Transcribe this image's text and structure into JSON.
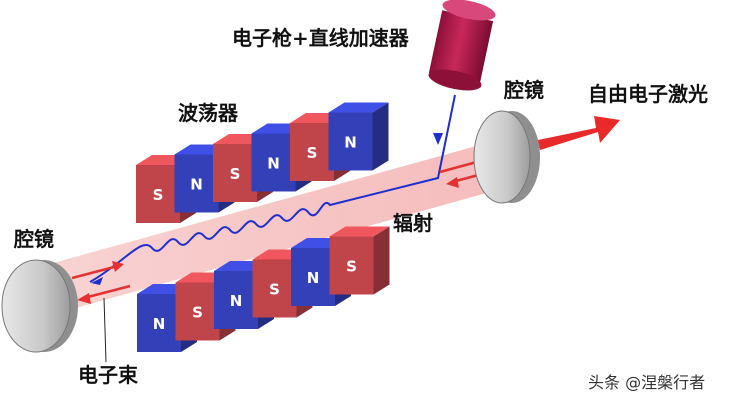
{
  "labels": {
    "gun": "电子枪+直线加速器",
    "undulator": "波荡器",
    "mirror_right": "腔镜",
    "mirror_left": "腔镜",
    "laser": "自由电子激光",
    "radiation": "辐射",
    "electron_beam": "电子束"
  },
  "magnets": {
    "top_row": [
      "S",
      "N",
      "S",
      "N",
      "S",
      "N"
    ],
    "bottom_row": [
      "N",
      "S",
      "N",
      "S",
      "N",
      "S"
    ]
  },
  "watermark": "头条 @涅槃行者",
  "colors": {
    "magnet_red": "#c0454b",
    "magnet_blue": "#3340b8",
    "beam": "#f6c2c2",
    "arrow_red": "#e53131",
    "wave_blue": "#1d2fd0",
    "gun": "#b0184a",
    "mirror": "#cfcfcf"
  }
}
